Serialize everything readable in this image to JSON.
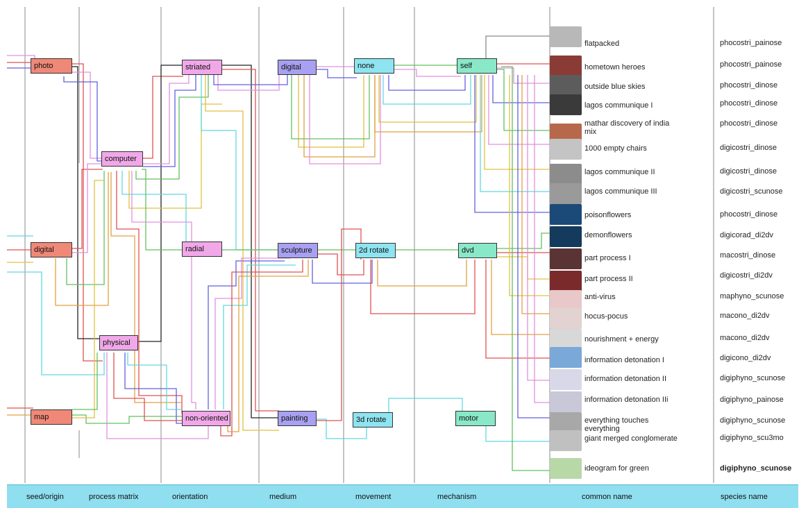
{
  "colors": {
    "seed": "#f08878",
    "process": "#f0a8e8",
    "orientation": "#f0a8e8",
    "medium": "#a8a0f0",
    "movement": "#8ee4f0",
    "mechanism": "#88e8c8",
    "footer": "#8fdff0"
  },
  "nodes": {
    "photo": "photo",
    "digital_seed": "digital",
    "map": "map",
    "computer": "computer",
    "physical": "physical",
    "striated": "striated",
    "radial": "radial",
    "non_oriented": "non-oriented",
    "digital_medium": "digital",
    "sculpture": "sculpture",
    "painting": "painting",
    "none": "none",
    "rotate2d": "2d rotate",
    "rotate3d": "3d rotate",
    "self": "self",
    "dvd": "dvd",
    "motor": "motor"
  },
  "works": [
    {
      "common": "flatpacked",
      "species": "phocostri_painose",
      "thumb": "#b8b8b8"
    },
    {
      "common": "hometown heroes",
      "species": "phocostri_painose",
      "thumb": "#8a3b36"
    },
    {
      "common": "outside blue skies",
      "species": "phocostri_dinose",
      "thumb": "#5c5c5c"
    },
    {
      "common": "lagos communique I",
      "species": "phocostri_dinose",
      "thumb": "#3a3a3a"
    },
    {
      "common": "mathar discovery of india mix",
      "species": "phocostri_dinose",
      "thumb": "#b8684a"
    },
    {
      "common": "1000 empty chairs",
      "species": "digicostri_dinose",
      "thumb": "#c4c4c4"
    },
    {
      "common": "lagos communique II",
      "species": "digicostri_dinose",
      "thumb": "#8c8c8c"
    },
    {
      "common": "lagos communique III",
      "species": "digicostri_scunose",
      "thumb": "#9a9a9a"
    },
    {
      "common": "poisonflowers",
      "species": "phocostri_dinose",
      "thumb": "#1c4a78"
    },
    {
      "common": "demonflowers",
      "species": "digicorad_di2dv",
      "thumb": "#143a5c"
    },
    {
      "common": "part process I",
      "species": "macostri_dinose",
      "thumb": "#5a3434"
    },
    {
      "common": "part process II",
      "species": "digicostri_di2dv",
      "thumb": "#7a2a2a"
    },
    {
      "common": "anti-virus",
      "species": "maphyno_scunose",
      "thumb": "#e8c8c8"
    },
    {
      "common": "hocus-pocus",
      "species": "macono_di2dv",
      "thumb": "#e2d2d2"
    },
    {
      "common": "nourishment + energy",
      "species": "macono_di2dv",
      "thumb": "#d8d8d8"
    },
    {
      "common": "information detonation I",
      "species": "digicono_di2dv",
      "thumb": "#7aa8d8"
    },
    {
      "common": "information detonation II",
      "species": "digiphyno_scunose",
      "thumb": "#d8d8e8"
    },
    {
      "common": "information detonation IIi",
      "species": "digiphyno_painose",
      "thumb": "#c8c8d8"
    },
    {
      "common": "everything touches everything",
      "species": "digiphyno_scunose",
      "thumb": "#a8a8a8"
    },
    {
      "common": "giant merged conglomerate",
      "species": "digiphyno_scu3mo",
      "thumb": "#c0c0c0"
    },
    {
      "common": "ideogram for green",
      "species": "digiphyno_scunose",
      "thumb": "#b8d8a8"
    }
  ],
  "footer": {
    "seed_origin": "seed/origin",
    "process_matrix": "process matrix",
    "orientation": "orientation",
    "medium": "medium",
    "movement": "movement",
    "mechanism": "mechanism",
    "common_name": "common name",
    "species_name": "species name"
  }
}
